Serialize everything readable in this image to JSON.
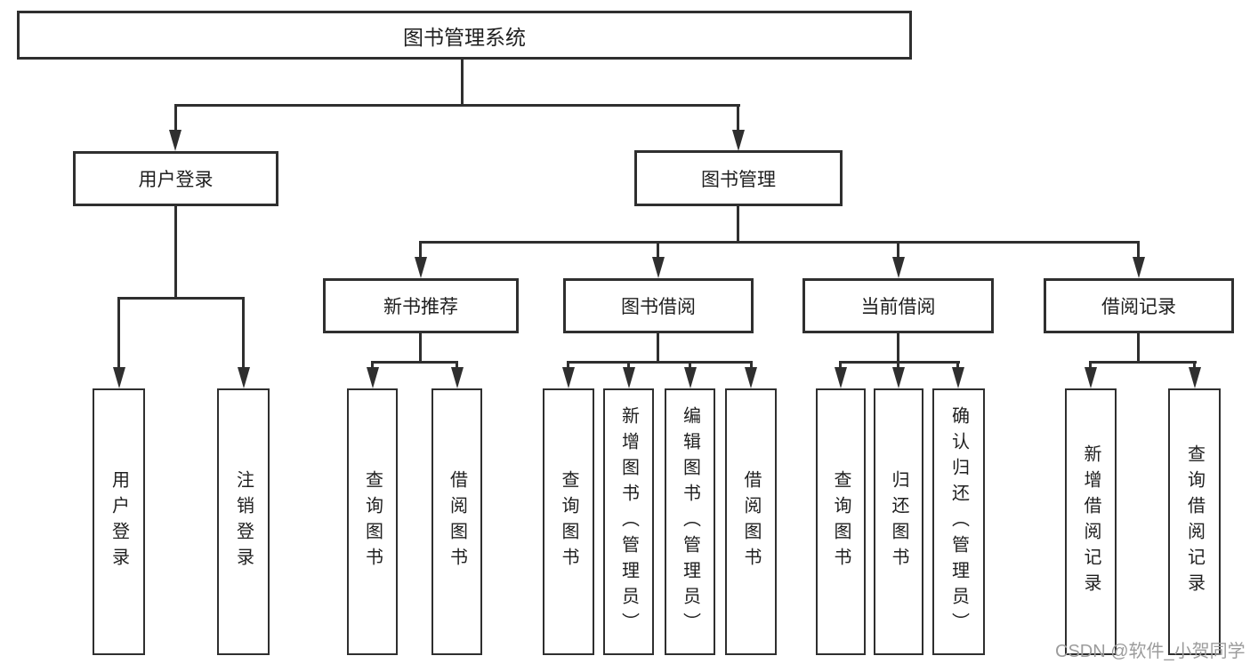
{
  "diagram": {
    "type": "hierarchy-tree",
    "direction": "top-down",
    "tree": {
      "label": "图书管理系统",
      "children": [
        {
          "label": "用户登录",
          "children": [
            {
              "label": "用户登录"
            },
            {
              "label": "注销登录"
            }
          ]
        },
        {
          "label": "图书管理",
          "children": [
            {
              "label": "新书推荐",
              "children": [
                {
                  "label": "查询图书"
                },
                {
                  "label": "借阅图书"
                }
              ]
            },
            {
              "label": "图书借阅",
              "children": [
                {
                  "label": "查询图书"
                },
                {
                  "label": "新增图书（管理员）"
                },
                {
                  "label": "编辑图书（管理员）"
                },
                {
                  "label": "借阅图书"
                }
              ]
            },
            {
              "label": "当前借阅",
              "children": [
                {
                  "label": "查询图书"
                },
                {
                  "label": "归还图书"
                },
                {
                  "label": "确认归还（管理员）"
                }
              ]
            },
            {
              "label": "借阅记录",
              "children": [
                {
                  "label": "新增借阅记录"
                },
                {
                  "label": "查询借阅记录"
                }
              ]
            }
          ]
        }
      ]
    },
    "colors": {
      "line": "#2f2f2f",
      "box_border": "#2f2f2f",
      "text": "#1f1f1f",
      "background": "#ffffff",
      "watermark": "#9c9c9c"
    }
  },
  "watermark": {
    "text": "CSDN @软件_小贺同学"
  }
}
